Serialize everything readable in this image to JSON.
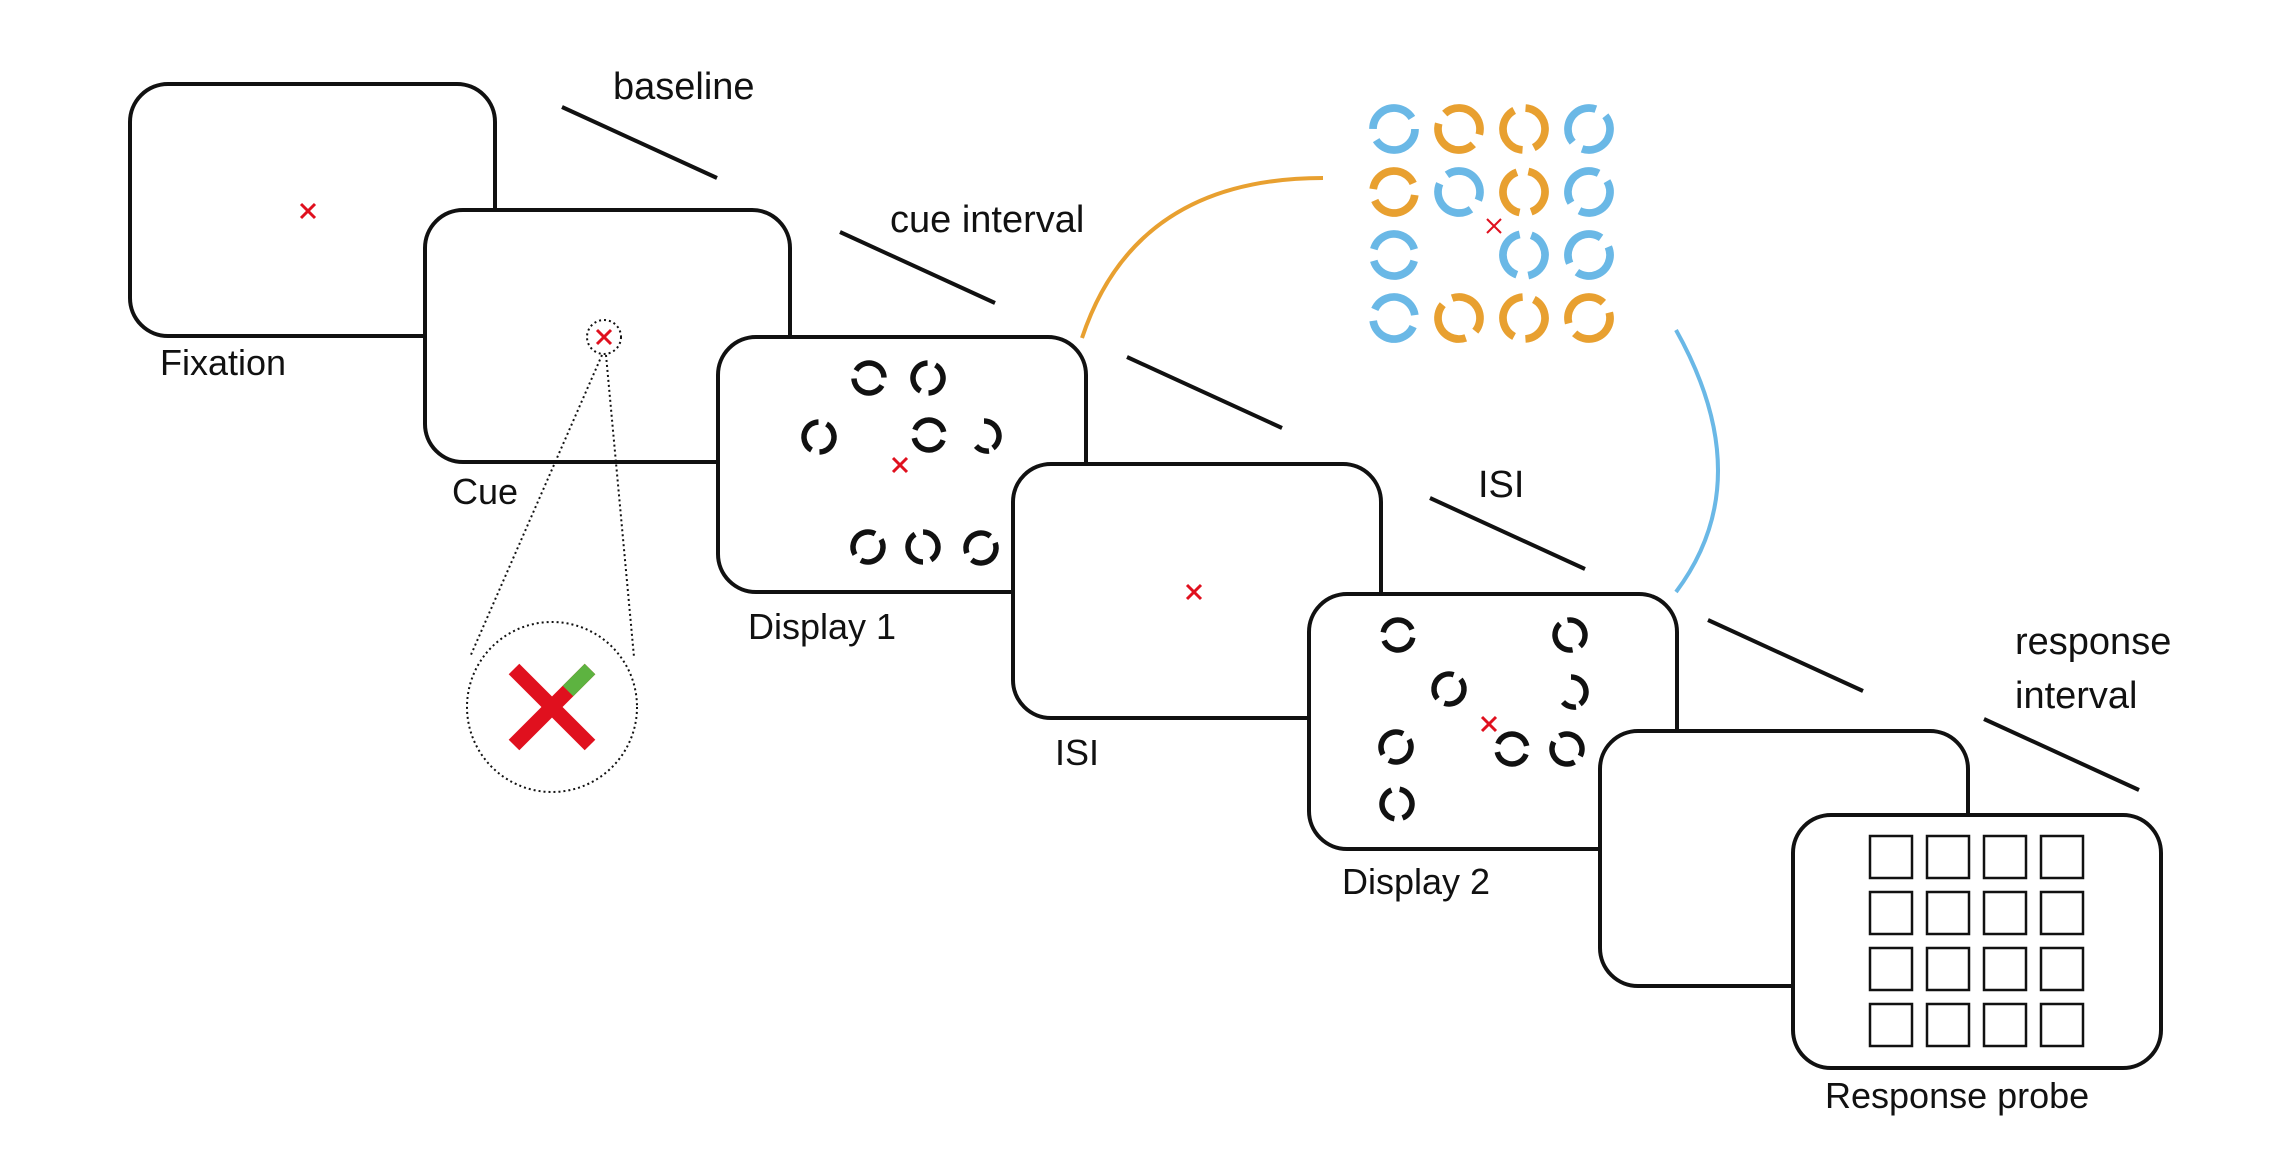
{
  "colors": {
    "stroke": "#111111",
    "fixation_cross": "#e0101e",
    "cue_highlight": "#5db340",
    "orange": "#e8a030",
    "blue": "#6ab8e6"
  },
  "screens": [
    {
      "id": "fixation",
      "label": "Fixation",
      "content": "fixation-cross"
    },
    {
      "id": "cue",
      "label": "Cue",
      "content": "fixation-cross-cue"
    },
    {
      "id": "display1",
      "label": "Display 1",
      "content": "open-circle-items"
    },
    {
      "id": "isi",
      "label": "ISI",
      "content": "fixation-cross"
    },
    {
      "id": "display2",
      "label": "Display 2",
      "content": "open-circle-items"
    },
    {
      "id": "response-blank",
      "label": "",
      "content": "blank"
    },
    {
      "id": "response-probe",
      "label": "Response probe",
      "content": "probe-grid"
    }
  ],
  "intervals": [
    {
      "id": "baseline",
      "lines": [
        "baseline"
      ]
    },
    {
      "id": "cue-interval",
      "lines": [
        "cue interval"
      ]
    },
    {
      "id": "isi-interval",
      "lines": [
        "ISI"
      ]
    },
    {
      "id": "response-interval",
      "lines": [
        "response",
        "interval"
      ]
    }
  ],
  "probe_grid": {
    "rows": 4,
    "cols": 4
  }
}
